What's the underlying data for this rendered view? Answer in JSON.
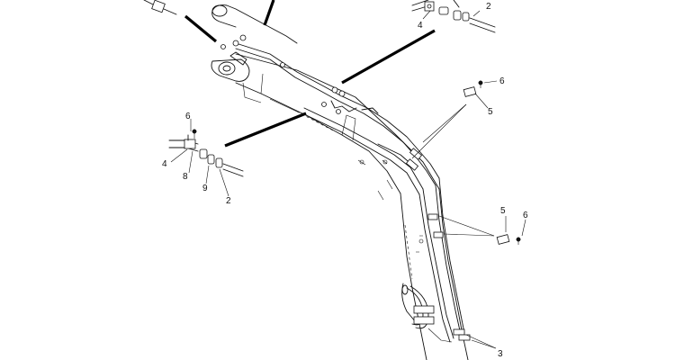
{
  "diagram": {
    "callouts": {
      "c2_top_right": "2",
      "c4_top_right": "4",
      "c6_mid_right": "6",
      "c5_mid_right": "5",
      "c6_left": "6",
      "c4_left": "4",
      "c8_left": "8",
      "c9_left": "9",
      "c2_left": "2",
      "c5_lower_right": "5",
      "c6_lower_right": "6",
      "c3_bottom": "3"
    }
  }
}
